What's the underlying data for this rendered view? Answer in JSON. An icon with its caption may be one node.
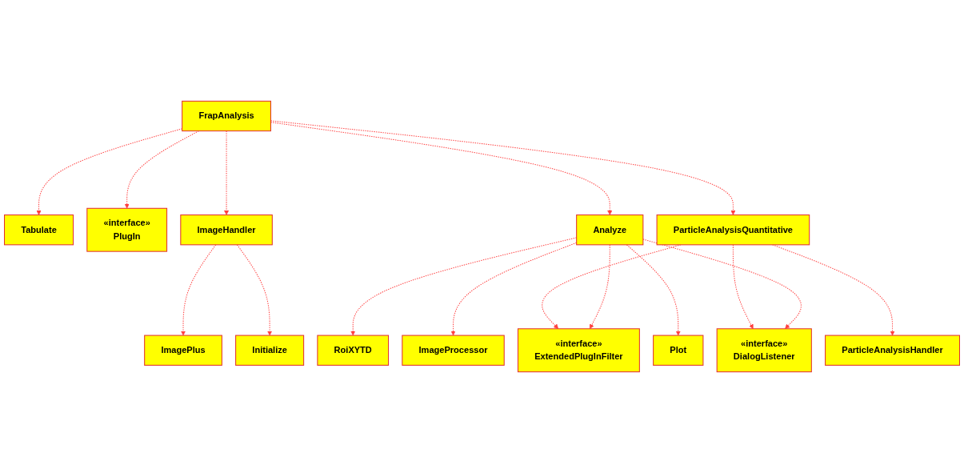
{
  "diagram": {
    "nodes": [
      {
        "text": [
          "Tabulate"
        ]
      },
      {
        "text": [
          "FrapAnalysis"
        ]
      },
      {
        "text": [
          "ImageHandler"
        ]
      },
      {
        "text": [
          "«interface»",
          "PlugIn"
        ]
      },
      {
        "text": [
          "ImagePlus"
        ]
      },
      {
        "text": [
          "«interface»",
          "ExtendedPlugInFilter"
        ]
      },
      {
        "text": [
          "Initialize"
        ]
      },
      {
        "text": [
          "RoiXYTD"
        ]
      },
      {
        "text": [
          "Analyze"
        ]
      },
      {
        "text": [
          "«interface»",
          "DialogListener"
        ]
      },
      {
        "text": [
          "ParticleAnalysisQuantitative"
        ]
      },
      {
        "text": [
          "ImageProcessor"
        ]
      },
      {
        "text": [
          "Plot"
        ]
      },
      {
        "text": [
          "ParticleAnalysisHandler"
        ]
      }
    ],
    "edges": [
      {
        "from": 1,
        "to": 0,
        "arrow": "to",
        "style": "dashed"
      },
      {
        "from": 1,
        "to": 2,
        "arrow": "to",
        "style": "dashed"
      },
      {
        "from": 1,
        "to": 8,
        "arrow": "to",
        "style": "dashed"
      },
      {
        "from": 1,
        "to": 3,
        "arrow": "to",
        "style": "dashed"
      },
      {
        "from": 1,
        "to": 10,
        "arrow": "to",
        "style": "dashed"
      },
      {
        "from": 2,
        "to": 4,
        "arrow": "to",
        "style": "dashed"
      },
      {
        "from": 2,
        "to": 6,
        "arrow": "to",
        "style": "dashed"
      },
      {
        "from": 8,
        "to": 5,
        "arrow": "to",
        "style": "dashed"
      },
      {
        "from": 10,
        "to": 5,
        "arrow": "to",
        "style": "dashed"
      },
      {
        "from": 8,
        "to": 7,
        "arrow": "to",
        "style": "dashed"
      },
      {
        "from": 8,
        "to": 11,
        "arrow": "to",
        "style": "dashed"
      },
      {
        "from": 8,
        "to": 9,
        "arrow": "to",
        "style": "dashed"
      },
      {
        "from": 10,
        "to": 9,
        "arrow": "to",
        "style": "dashed"
      },
      {
        "from": 8,
        "to": 12,
        "arrow": "to",
        "style": "dashed"
      },
      {
        "from": 10,
        "to": 13,
        "arrow": "to",
        "style": "dashed"
      }
    ]
  }
}
